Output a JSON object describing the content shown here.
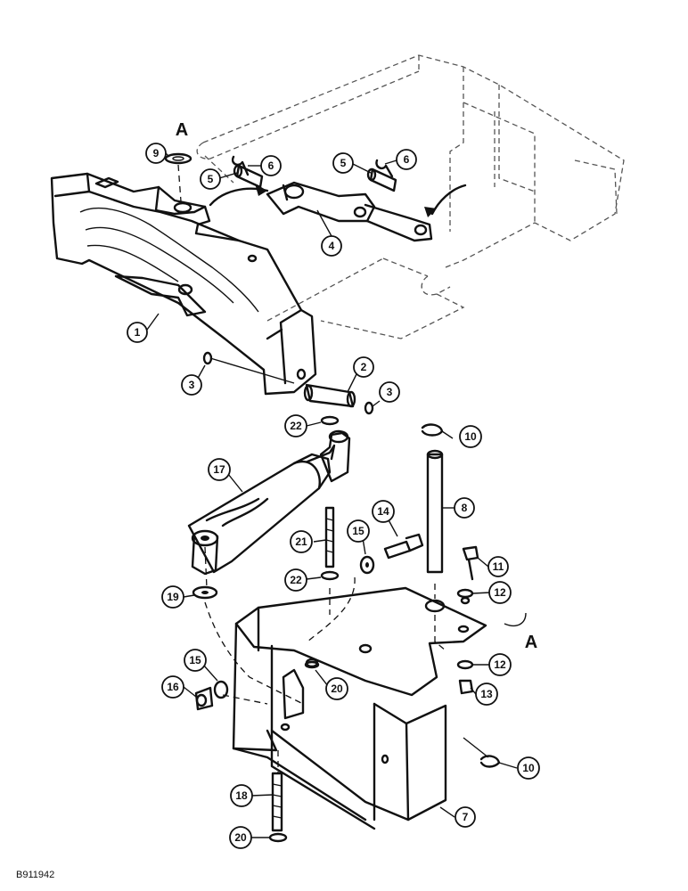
{
  "figure_id": "B911942",
  "reference_letter": "A",
  "callouts": [
    {
      "id": "c9",
      "label": "9"
    },
    {
      "id": "c5a",
      "label": "5"
    },
    {
      "id": "c6a",
      "label": "6"
    },
    {
      "id": "c5b",
      "label": "5"
    },
    {
      "id": "c6b",
      "label": "6"
    },
    {
      "id": "c4",
      "label": "4"
    },
    {
      "id": "c1",
      "label": "1"
    },
    {
      "id": "c3a",
      "label": "3"
    },
    {
      "id": "c2",
      "label": "2"
    },
    {
      "id": "c3b",
      "label": "3"
    },
    {
      "id": "c22a",
      "label": "22"
    },
    {
      "id": "c10a",
      "label": "10"
    },
    {
      "id": "c17",
      "label": "17"
    },
    {
      "id": "c8",
      "label": "8"
    },
    {
      "id": "c14",
      "label": "14"
    },
    {
      "id": "c21",
      "label": "21"
    },
    {
      "id": "c15a",
      "label": "15"
    },
    {
      "id": "c11",
      "label": "11"
    },
    {
      "id": "c22b",
      "label": "22"
    },
    {
      "id": "c19",
      "label": "19"
    },
    {
      "id": "c12a",
      "label": "12"
    },
    {
      "id": "c15b",
      "label": "15"
    },
    {
      "id": "c12b",
      "label": "12"
    },
    {
      "id": "c16",
      "label": "16"
    },
    {
      "id": "c20a",
      "label": "20"
    },
    {
      "id": "c13",
      "label": "13"
    },
    {
      "id": "c10b",
      "label": "10"
    },
    {
      "id": "c18",
      "label": "18"
    },
    {
      "id": "c7",
      "label": "7"
    },
    {
      "id": "c20b",
      "label": "20"
    }
  ]
}
